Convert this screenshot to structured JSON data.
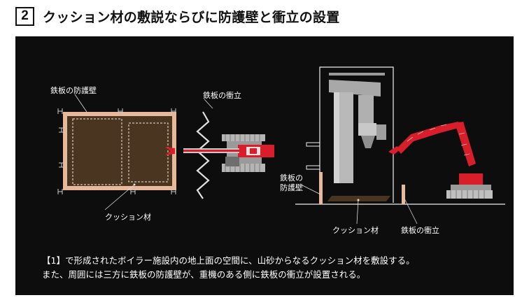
{
  "header": {
    "number": "2",
    "title": "クッション材の敷説ならびに防護壁と衝立の設置"
  },
  "diagram": {
    "label_protective_wall_left": "鉄板の防護壁",
    "label_partition_left": "鉄板の衝立",
    "label_cushion_left": "クッション材",
    "label_protective_wall_right_line1": "鉄板の",
    "label_protective_wall_right_line2": "防護壁",
    "label_cushion_right": "クッション材",
    "label_partition_right": "鉄板の衝立"
  },
  "caption": {
    "line1": "【1】で形成されたボイラー施設内の地上面の空間に、山砂からなるクッション材を敷設する。",
    "line2": "また、周囲には三方に鉄板の防護壁が、重機のある側に鉄板の衝立が設置される。"
  },
  "colors": {
    "panel_bg": "#0d0d0d",
    "cushion": "#4a3520",
    "wall": "#e8b89a",
    "machine_red": "#d81e2a"
  }
}
